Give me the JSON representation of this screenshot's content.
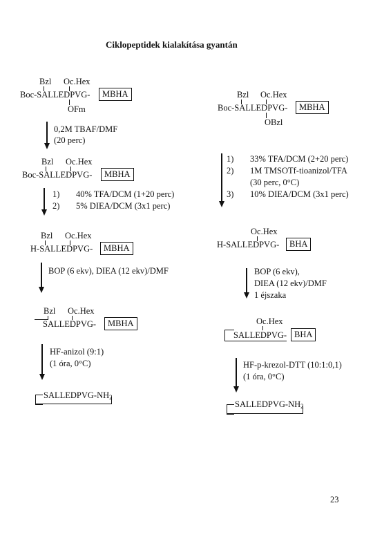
{
  "title": "Ciklopeptidek kialakítása gyantán",
  "left": {
    "s1": {
      "sg1": "Bzl",
      "sg2": "Oc.Hex",
      "seq": "Boc-SALLEDPVG-",
      "resin": "MBHA",
      "sg3": "OFm"
    },
    "r1": {
      "line1": "0,2M TBAF/DMF",
      "line2": "(20 perc)"
    },
    "s2": {
      "sg1": "Bzl",
      "sg2": "Oc.Hex",
      "seq": "Boc-SALLEDPVG-",
      "resin": "MBHA"
    },
    "r2": {
      "n1": "1)",
      "t1": "40% TFA/DCM (1+20 perc)",
      "n2": "2)",
      "t2": "5% DIEA/DCM (3x1 perc)"
    },
    "s3": {
      "sg1": "Bzl",
      "sg2": "Oc.Hex",
      "seq": "H-SALLEDPVG-",
      "resin": "MBHA"
    },
    "r3": {
      "line1": "BOP (6 ekv), DIEA (12 ekv)/DMF"
    },
    "s4": {
      "sg1": "Bzl",
      "sg2": "Oc.Hex",
      "seq": "SALLEDPVG-",
      "resin": "MBHA"
    },
    "r4": {
      "line1": "HF-anizol (9:1)",
      "line2": "(1 óra, 0°C)"
    },
    "s5": {
      "seq": "SALLEDPVG-NH",
      "sub": "2"
    }
  },
  "right": {
    "s1": {
      "sg1": "Bzl",
      "sg2": "Oc.Hex",
      "seq": "Boc-SALLEDPVG-",
      "resin": "MBHA",
      "sg3": "OBzl"
    },
    "r1": {
      "n1": "1)",
      "t1": "33% TFA/DCM (2+20 perc)",
      "n2": "2)",
      "t2": "1M TMSOTf-tioanizol/TFA",
      "t2b": "(30 perc, 0°C)",
      "n3": "3)",
      "t3": "10% DIEA/DCM (3x1 perc)"
    },
    "s2": {
      "sg2": "Oc.Hex",
      "seq": "H-SALLEDPVG-",
      "resin": "BHA"
    },
    "r2": {
      "line1": "BOP (6 ekv),",
      "line2": "DIEA (12 ekv)/DMF",
      "line3": "1 éjszaka"
    },
    "s3": {
      "sg2": "Oc.Hex",
      "seq": "SALLEDPVG-",
      "resin": "BHA"
    },
    "r3": {
      "line1": "HF-p-krezol-DTT (10:1:0,1)",
      "line2": "(1 óra, 0°C)"
    },
    "s4": {
      "seq": "SALLEDPVG-NH",
      "sub": "2"
    }
  },
  "page_number": "23"
}
